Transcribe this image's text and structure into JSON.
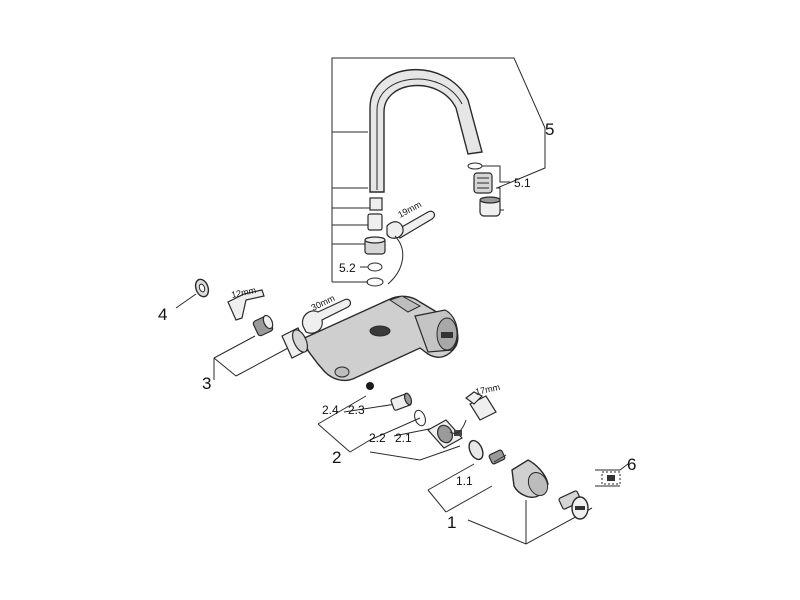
{
  "labels": {
    "l5": "5",
    "l5_1": "5.1",
    "l5_2": "5.2",
    "l4": "4",
    "l3": "3",
    "l2": "2",
    "l2_1": "2.1",
    "l2_2": "2.2",
    "l2_3": "2.3",
    "l2_4": "2.4",
    "l1": "1",
    "l1_1": "1.1",
    "l6": "6"
  },
  "tools": {
    "t19": "19mm",
    "t12": "12mm",
    "t30": "30mm",
    "t17": "17mm"
  }
}
